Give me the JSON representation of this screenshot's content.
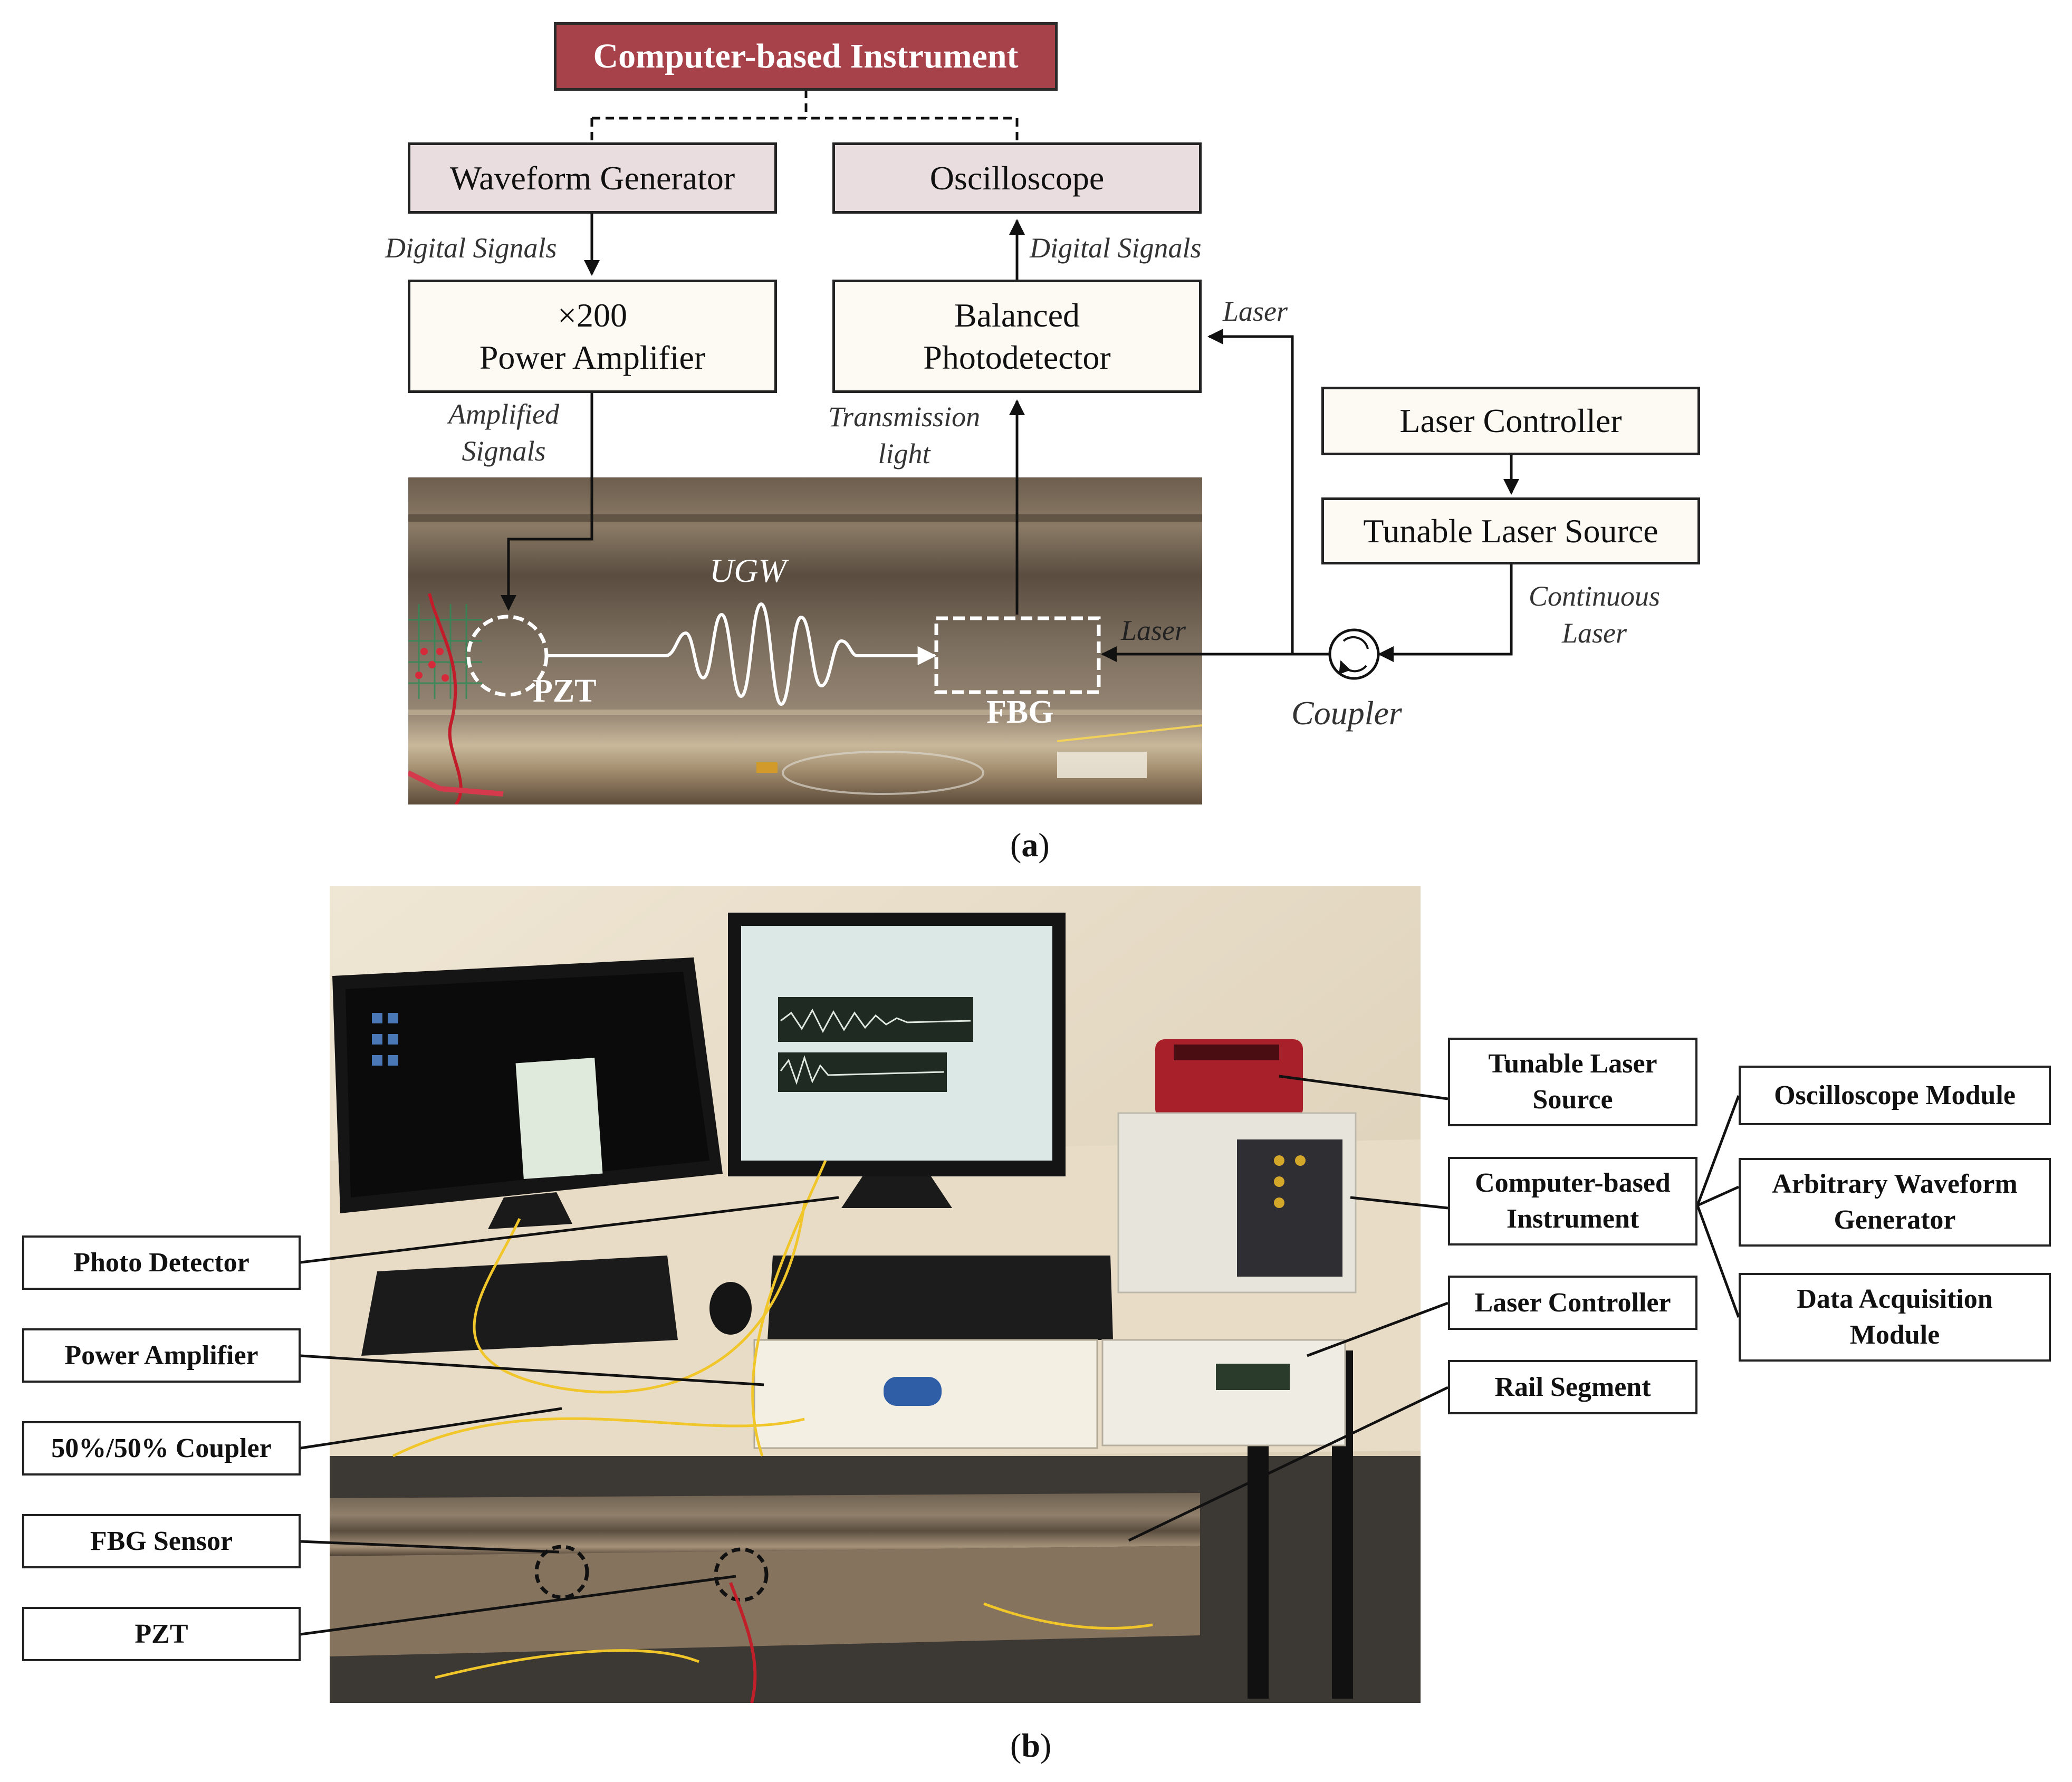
{
  "panel_a": {
    "title": "Computer-based Instrument",
    "waveform_generator": "Waveform Generator",
    "oscilloscope": "Oscilloscope",
    "amplifier_line1": "×200",
    "amplifier_line2": "Power Amplifier",
    "photodetector_line1": "Balanced",
    "photodetector_line2": "Photodetector",
    "laser_controller": "Laser Controller",
    "tunable_laser_source": "Tunable Laser Source",
    "digital_signals_left": "Digital Signals",
    "digital_signals_right": "Digital Signals",
    "amplified_line1": "Amplified",
    "amplified_line2": "Signals",
    "transmission_line1": "Transmission",
    "transmission_line2": "light",
    "laser_top": "Laser",
    "laser_bottom": "Laser",
    "continuous_line1": "Continuous",
    "continuous_line2": "Laser",
    "coupler": "Coupler",
    "ugw": "UGW",
    "pzt": "PZT",
    "fbg": "FBG"
  },
  "panel_b": {
    "left_callouts": [
      "Photo Detector",
      "Power Amplifier",
      "50%/50% Coupler",
      "FBG Sensor",
      "PZT"
    ],
    "right_callouts": {
      "tunable_line1": "Tunable Laser",
      "tunable_line2": "Source",
      "computer_line1": "Computer-based",
      "computer_line2": "Instrument",
      "laser_controller": "Laser Controller",
      "rail_segment": "Rail Segment"
    },
    "modules": {
      "oscilloscope": "Oscilloscope Module",
      "awg_line1": "Arbitrary Waveform",
      "awg_line2": "Generator",
      "daq_line1": "Data Acquisition",
      "daq_line2": "Module"
    }
  },
  "captions": {
    "a_open": "(",
    "a_letter": "a",
    "a_close": ")",
    "b_open": "(",
    "b_letter": "b",
    "b_close": ")"
  },
  "colors": {
    "title_fill": "#a8424a",
    "mauve_fill": "#e9dde0",
    "cream_fill": "#fdf9f3",
    "rail_steel": "#7d6a55",
    "laser_red": "#b51c22"
  }
}
